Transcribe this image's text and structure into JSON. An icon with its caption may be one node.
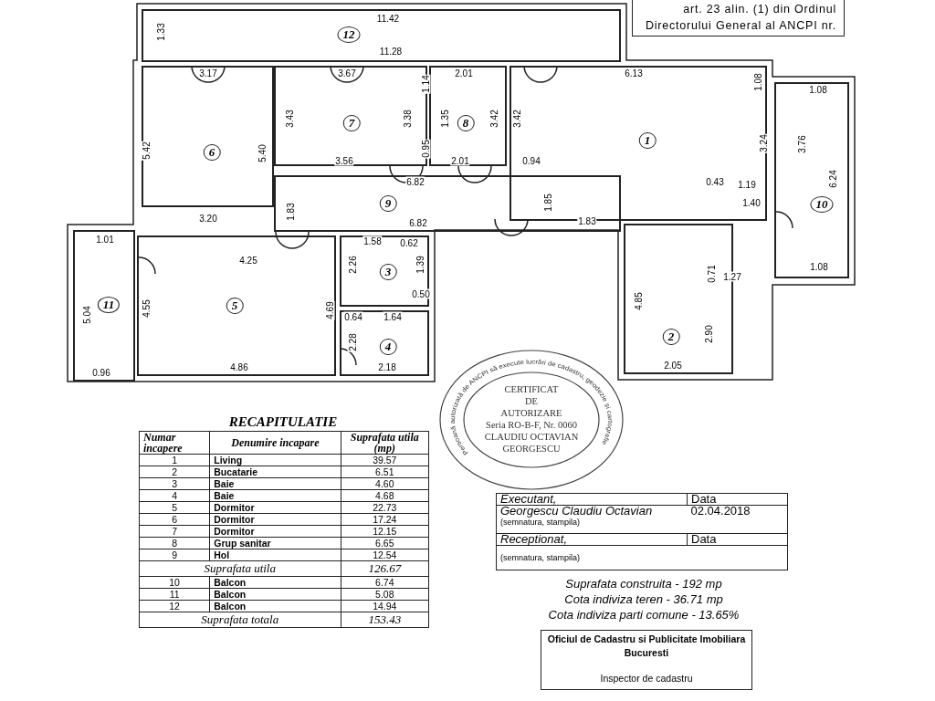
{
  "diagram": {
    "nodes": [
      {
        "text": [
          "12"
        ]
      },
      {
        "text": [
          "6"
        ]
      },
      {
        "text": [
          "7"
        ]
      },
      {
        "text": [
          "8"
        ]
      },
      {
        "text": [
          "1"
        ]
      },
      {
        "text": [
          "10"
        ]
      },
      {
        "text": [
          "9"
        ]
      },
      {
        "text": [
          "11"
        ]
      },
      {
        "text": [
          "5"
        ]
      },
      {
        "text": [
          "3"
        ]
      },
      {
        "text": [
          "4"
        ]
      },
      {
        "text": [
          "2"
        ]
      }
    ],
    "labels": [
      "11.42",
      "1.33",
      "11.28",
      "3.17",
      "3.67",
      "2.01",
      "6.13",
      "1.08",
      "1.08",
      "1.14",
      "5.42",
      "5.40",
      "3.43",
      "3.38",
      "1.35",
      "3.42",
      "3.42",
      "3.24",
      "3.76",
      "6.24",
      "0.95",
      "3.56",
      "2.01",
      "0.94",
      "6.82",
      "0.43",
      "1.19",
      "1.83",
      "1.85",
      "1.40",
      "3.20",
      "6.82",
      "1.83",
      "1.01",
      "1.58",
      "0.62",
      "4.25",
      "2.26",
      "1.39",
      "1.27",
      "0.71",
      "1.08",
      "0.50",
      "4.69",
      "0.64",
      "5.04",
      "4.55",
      "1.64",
      "4.85",
      "2.90",
      "2.28",
      "2.18",
      "0.96",
      "4.86",
      "2.05",
      "art. 23 alin. (1) din Ordinul",
      "Directorului General al ANCPI nr.",
      "CERTIFICAT",
      "DE",
      "AUTORIZARE",
      "Seria RO-B-F, Nr. 0060",
      "CLAUDIU OCTAVIAN",
      "GEORGESCU",
      "Persoană autorizată de ANCPI să execute lucrări de cadastru, geodezie și cartografie",
      "RECAPITULATIE",
      "Numar incapere",
      "Denumire incapare",
      "Suprafata utila (mp)",
      "1",
      "Living",
      "39.57",
      "2",
      "Bucatarie",
      "6.51",
      "3",
      "Baie",
      "4.60",
      "4",
      "Baie",
      "4.68",
      "5",
      "Dormitor",
      "22.73",
      "6",
      "Dormitor",
      "17.24",
      "7",
      "Dormitor",
      "12.15",
      "8",
      "Grup sanitar",
      "6.65",
      "9",
      "Hol",
      "12.54",
      "Suprafata utila",
      "126.67",
      "10",
      "Balcon",
      "6.74",
      "11",
      "Balcon",
      "5.08",
      "12",
      "Balcon",
      "14.94",
      "Suprafata totala",
      "153.43",
      "Executant,",
      "Data",
      "Georgescu Claudiu Octavian",
      "02.04.2018",
      "(semnatura, stampila)",
      "Receptionat,",
      "Data",
      "(semnatura, stampila)",
      "Suprafata construita - 192 mp",
      "Cota indiviza teren - 36.71 mp",
      "Cota indiviza parti comune - 13.65%",
      "Oficiul de Cadastru si Publicitate Imobiliara",
      "Bucuresti",
      "Inspector de cadastru"
    ]
  }
}
